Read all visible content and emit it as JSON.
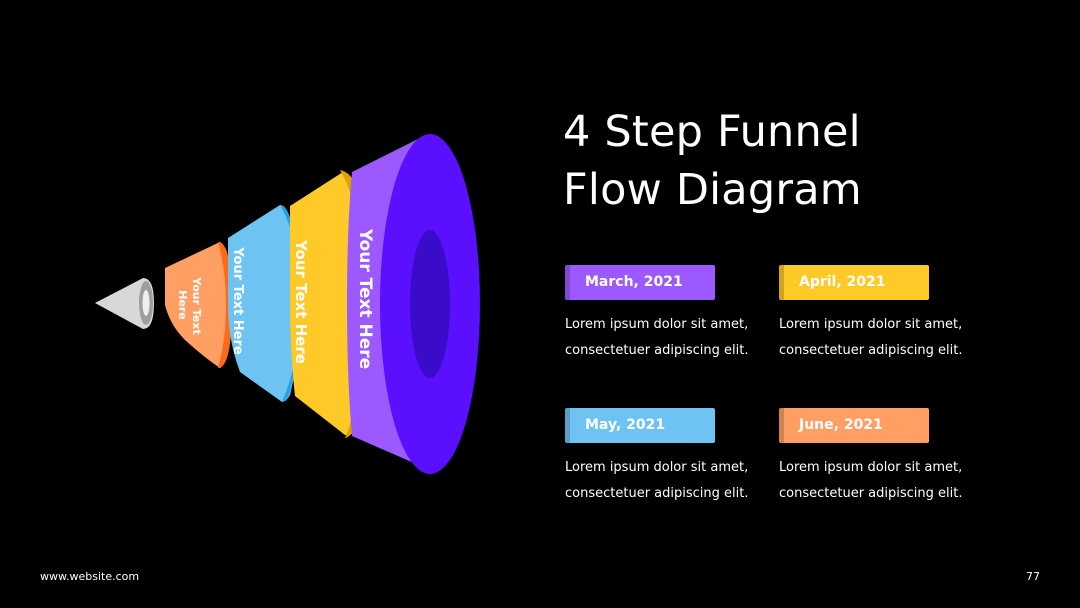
{
  "title_line1": "4 Step Funnel",
  "title_line2": "Flow Diagram",
  "funnel_labels": [
    "Your Text Here",
    "Your Text Here",
    "Your Text Here",
    "Your Text",
    "Here"
  ],
  "cards": [
    {
      "date": "March, 2021",
      "text1": "Lorem ipsum dolor sit amet,",
      "text2": "consectetuer adipiscing elit.",
      "color": "#9B59FF"
    },
    {
      "date": "April, 2021",
      "text1": "Lorem ipsum dolor sit amet,",
      "text2": "consectetuer adipiscing elit.",
      "color": "#FFC928"
    },
    {
      "date": "May, 2021",
      "text1": "Lorem ipsum dolor sit amet,",
      "text2": "consectetuer adipiscing elit.",
      "color": "#6EC3F2"
    },
    {
      "date": "June, 2021",
      "text1": "Lorem ipsum dolor sit amet,",
      "text2": "consectetuer adipiscing elit.",
      "color": "#FF9F63"
    }
  ],
  "colors": {
    "purple": "#9B59FF",
    "purple_face": "#5B0FFF",
    "purple_hole": "#3A0BC8",
    "yellow": "#FFC928",
    "yellow_dark": "#E0A100",
    "blue": "#6EC3F2",
    "blue_dark": "#23A2E6",
    "orange": "#FF9F63",
    "orange_dark": "#FF6A1A",
    "gray": "#D8D8D8"
  },
  "footer": {
    "url": "www.website.com",
    "page": "77"
  }
}
